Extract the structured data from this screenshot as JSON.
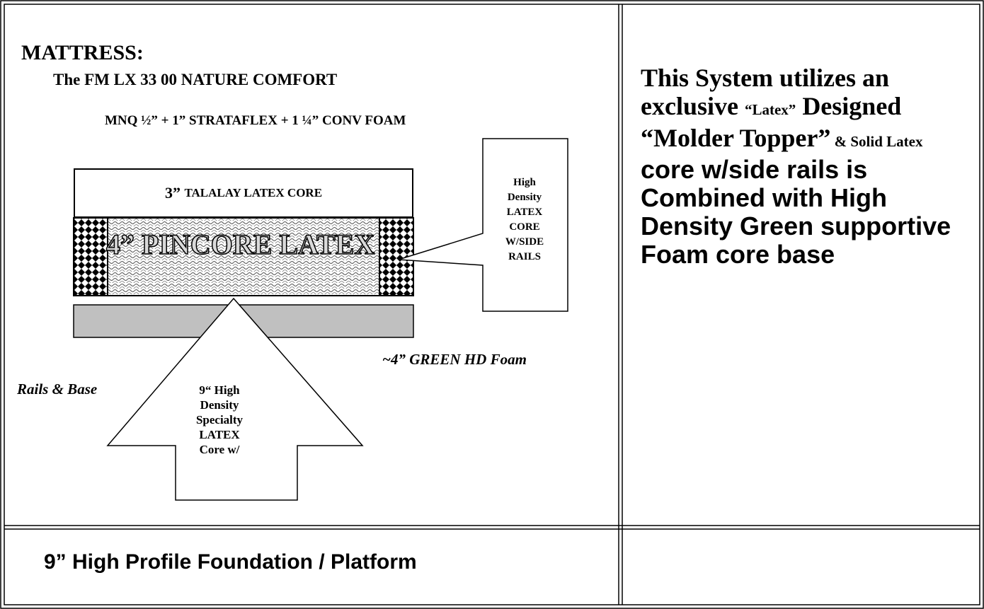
{
  "header": {
    "title": "MATTRESS:",
    "model": "The FM LX 33 00 NATURE COMFORT",
    "quilt_spec": "MNQ ½” + 1” STRATAFLEX + 1 ¼” CONV FOAM"
  },
  "diagram": {
    "top_layer_size": "3”",
    "top_layer_name": "TALALAY  LATEX CORE",
    "middle_layer": "4” PINCORE LATEX",
    "side_rail_callout": [
      "High",
      "Density",
      "LATEX",
      "CORE",
      "W/SIDE",
      "RAILS"
    ],
    "base_layer_label": "~4” GREEN HD Foam",
    "rails_label": "Rails & Base",
    "arrow_lines": [
      "9“ High",
      "Density",
      "Specialty",
      "LATEX",
      "Core w/"
    ],
    "colors": {
      "base_fill": "#c0c0c0",
      "pattern_fill": "#000000",
      "border": "#000000"
    }
  },
  "description": {
    "p1": "This System utilizes an exclusive ",
    "p2": "“Latex”",
    "p3": " Designed “Molder Topper”",
    "p4": " & Solid Latex",
    "p5": " core w/side rails is Combined with High Density Green supportive Foam core base"
  },
  "footer": {
    "foundation": "9” High Profile Foundation / Platform"
  }
}
